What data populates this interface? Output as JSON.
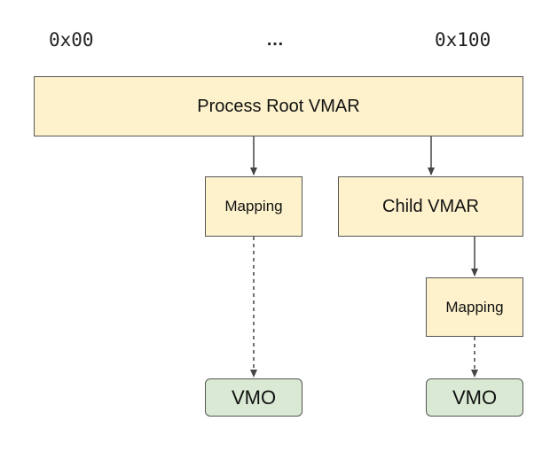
{
  "header": {
    "address_start": "0x00",
    "ellipsis": "…",
    "address_end": "0x100"
  },
  "nodes": {
    "root_vmar": "Process Root VMAR",
    "mapping_1": "Mapping",
    "child_vmar": "Child VMAR",
    "mapping_2": "Mapping",
    "vmo_1": "VMO",
    "vmo_2": "VMO"
  },
  "colors": {
    "vmar_fill": "#fdf2cc",
    "vmo_fill": "#d9e9d3",
    "border": "#555555"
  }
}
